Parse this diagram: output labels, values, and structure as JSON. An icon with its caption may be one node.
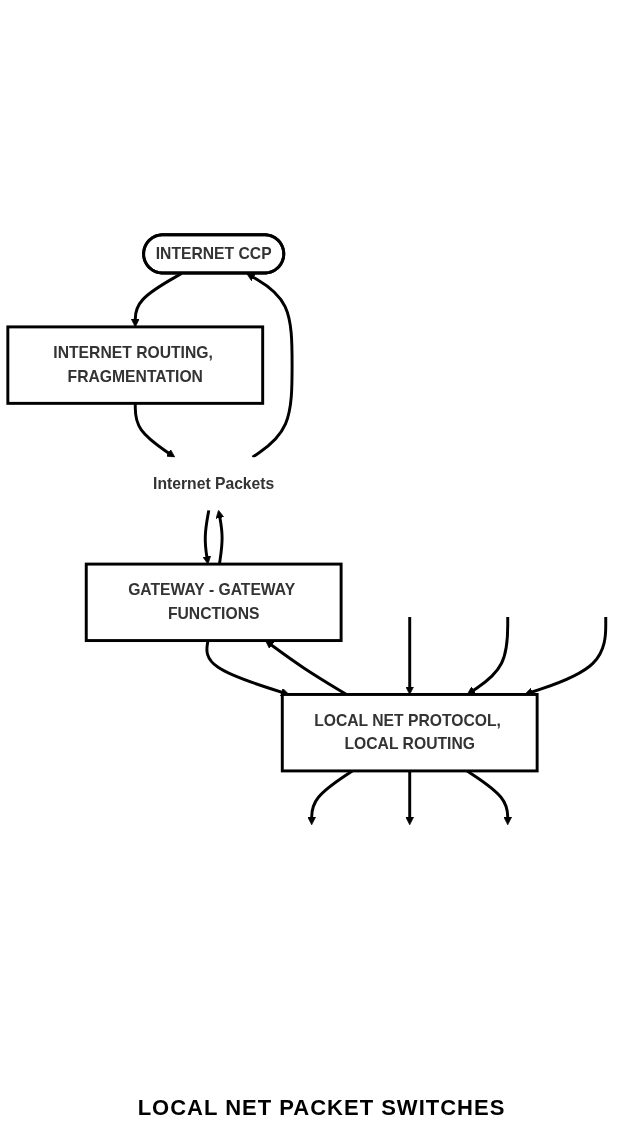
{
  "diagram": {
    "nodes": [
      {
        "text": [
          "INTERNET CCP"
        ]
      },
      {
        "text": [
          "INTERNET ROUTING, FRAGMENTATION"
        ]
      },
      {
        "text": [
          "Internet Packets"
        ]
      },
      {
        "text": [
          "GATEWAY - GATEWAY FUNCTIONS"
        ]
      },
      {
        "text": [
          "LOCAL NET PROTOCOL, LOCAL ROUTING"
        ]
      }
    ],
    "edges": [
      {
        "from": 0,
        "to": 1,
        "arrow": "to"
      },
      {
        "from": 3,
        "to": 2,
        "arrow": "to"
      },
      {
        "from": 2,
        "to": 0,
        "arrow": "to"
      },
      {
        "from": 1,
        "to": 2,
        "arrow": "to"
      },
      {
        "from": 2,
        "to": 3,
        "arrow": "to"
      },
      {
        "from": 4,
        "to": 3,
        "arrow": "to"
      },
      {
        "from": 3,
        "to": 4,
        "arrow": "to"
      },
      {
        "from": null,
        "to": 4,
        "arrow": "to"
      },
      {
        "from": null,
        "to": 4,
        "arrow": "to"
      },
      {
        "from": null,
        "to": 4,
        "arrow": "to"
      },
      {
        "from": 4,
        "to": null,
        "arrow": "to"
      },
      {
        "from": 4,
        "to": null,
        "arrow": "to"
      },
      {
        "from": 4,
        "to": null,
        "arrow": "to"
      }
    ],
    "labels": [
      "LOCAL NET PACKET SWITCHES"
    ]
  }
}
